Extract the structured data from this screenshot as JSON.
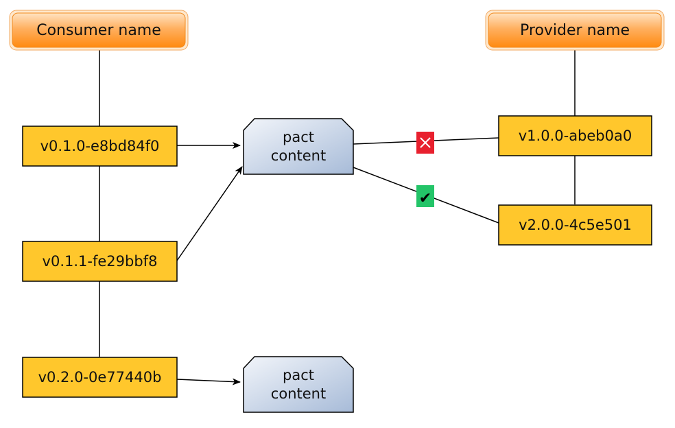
{
  "consumer": {
    "title": "Consumer name",
    "versions": [
      "v0.1.0-e8bd84f0",
      "v0.1.1-fe29bbf8",
      "v0.2.0-0e77440b"
    ]
  },
  "provider": {
    "title": "Provider name",
    "versions": [
      "v1.0.0-abeb0a0",
      "v2.0.0-4c5e501"
    ]
  },
  "pacts": [
    {
      "line1": "pact",
      "line2": "content"
    },
    {
      "line1": "pact",
      "line2": "content"
    }
  ],
  "verifications": [
    {
      "result": "failed",
      "symbol": "✕",
      "color": "#e8202e"
    },
    {
      "result": "passed",
      "symbol": "✔",
      "color": "#23c468"
    }
  ],
  "colors": {
    "header_top": "#ffd7a8",
    "header_bottom": "#ff8c1a",
    "version_fill": "#ffc72c",
    "pact_fill_light": "#eef2f8",
    "pact_fill_dark": "#a9bdd9"
  }
}
